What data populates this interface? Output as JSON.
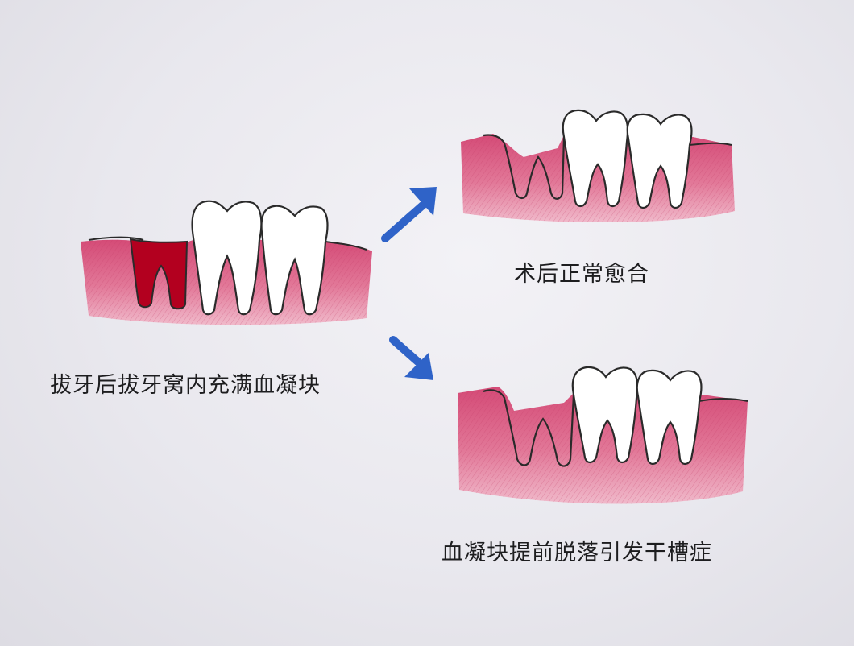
{
  "captions": {
    "left": "拔牙后拔牙窝内充满血凝块",
    "top_right": "术后正常愈合",
    "bottom_right": "血凝块提前脱落引发干槽症"
  },
  "colors": {
    "gum": "#d9557e",
    "gum_light": "#ec9cb5",
    "blood_clot": "#b3001f",
    "arrow": "#2f63c8",
    "outline": "#2a2a2a"
  }
}
